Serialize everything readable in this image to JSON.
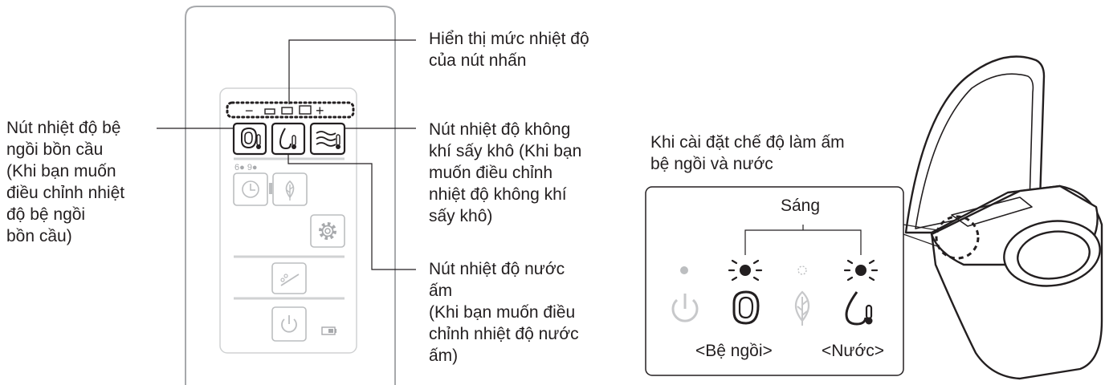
{
  "labels": {
    "temp_display": [
      "Hiển thị mức nhiệt độ",
      "của nút nhấn"
    ],
    "seat_temp": [
      "Nút nhiệt độ bệ",
      "ngồi bồn cầu",
      "(Khi bạn muốn",
      "điều chỉnh nhiệt",
      "độ bệ ngồi",
      "bồn cầu)"
    ],
    "dryer_temp": [
      "Nút nhiệt độ không",
      "khí sấy khô (Khi bạn",
      "muốn điều chỉnh",
      "nhiệt độ không khí",
      "sấy khô)"
    ],
    "water_temp": [
      "Nút nhiệt độ nước",
      "ấm",
      "(Khi bạn muốn điều",
      "chỉnh nhiệt độ nước",
      "ấm)"
    ],
    "warm_mode": [
      "Khi cài đặt chế độ làm ấm",
      "bệ ngồi và nước"
    ]
  },
  "remote": {
    "minus": "−",
    "plus": "+",
    "timer_marks": "6● 9●"
  },
  "inset": {
    "lit_label": "Sáng",
    "seat_label": "<Bệ ngồi>",
    "water_label": "<Nước>"
  },
  "icons": [
    "seat-heat-icon",
    "water-heat-icon",
    "dryer-heat-icon",
    "timer-icon",
    "eco-leaf-icon",
    "gear-icon",
    "nozzle-clean-icon",
    "power-icon",
    "battery-icon",
    "toilet-seat-icon",
    "water-drop-thermometer-icon"
  ]
}
